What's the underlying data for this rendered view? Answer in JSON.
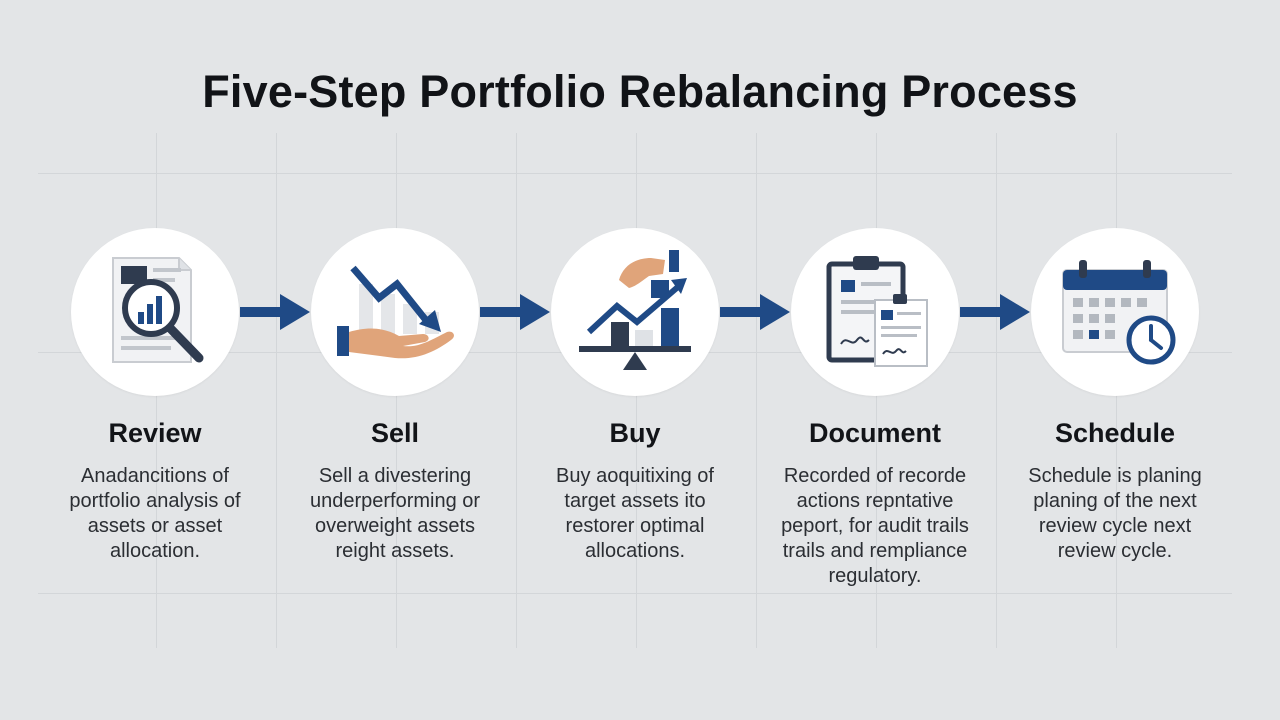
{
  "title": "Five-Step Portfolio Rebalancing Process",
  "colors": {
    "navy": "#1f4a86",
    "dark": "#2f3b4f",
    "skin": "#e0a47a",
    "background": "#e3e5e7"
  },
  "steps": [
    {
      "icon": "document-magnifier-chart-icon",
      "title": "Review",
      "desc": [
        "Anadancitions of",
        "portfolio analysis of",
        "assets or asset",
        "allocation."
      ]
    },
    {
      "icon": "hand-declining-chart-icon",
      "title": "Sell",
      "desc": [
        "Sell a divestering",
        "underperforming or",
        "overweight assets",
        "reight assets."
      ]
    },
    {
      "icon": "hand-rising-chart-scale-icon",
      "title": "Buy",
      "desc": [
        "Buy aoquitixing of",
        "target assets ito",
        "restorer optimal",
        "allocations."
      ]
    },
    {
      "icon": "clipboard-documents-icon",
      "title": "Document",
      "desc": [
        "Recorded of recorde",
        "actions repntative",
        "peport, for audit trails",
        "trails and rempliance",
        "regulatory."
      ]
    },
    {
      "icon": "calendar-clock-icon",
      "title": "Schedule",
      "desc": [
        "Schedule is planing",
        "planing of the next",
        "review cycle next",
        "review cycle."
      ]
    }
  ]
}
